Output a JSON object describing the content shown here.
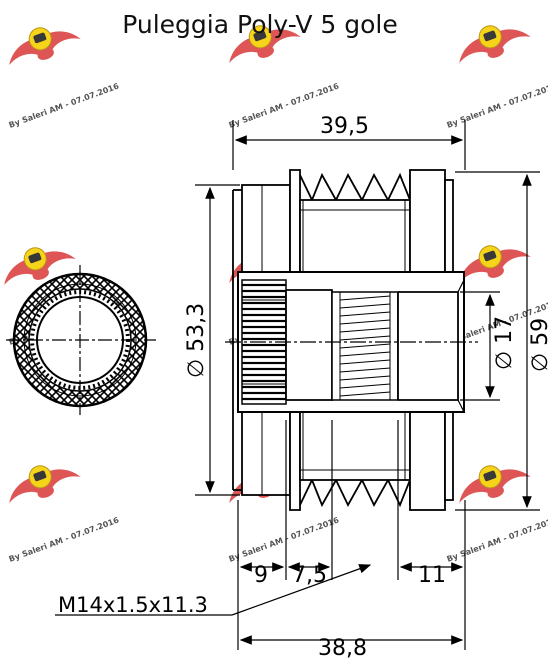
{
  "title": "Puleggia Poly-V 5 gole",
  "watermark": {
    "text": "By Saleri AM - 07.07.2016",
    "brand_color": "#d42020",
    "badge_color": "#f5d000"
  },
  "dimensions": {
    "overall_width": "39,5",
    "groove_diameter": "∅ 53,3",
    "outer_diameter": "∅ 59",
    "bore_diameter": "∅ 17",
    "left_section": "9",
    "middle_section": "7,5",
    "right_section": "11",
    "thread": "M14x1.5x11.3",
    "body_width": "38,8"
  }
}
